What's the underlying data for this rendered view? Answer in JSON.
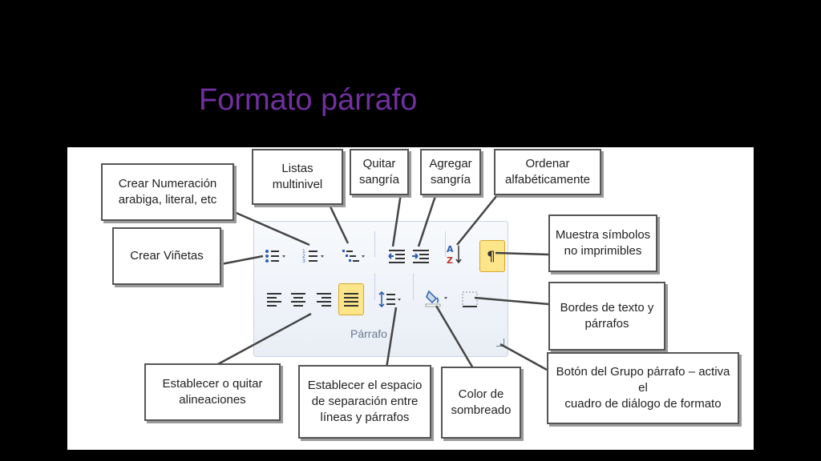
{
  "slide": {
    "title": "Formato párrafo"
  },
  "ribbon": {
    "group_label": "Párrafo"
  },
  "callouts": {
    "numeracion": "Crear Numeración\narabiga, literal, etc",
    "multinivel": "Listas\nmultinivel",
    "quitar_sangria": "Quitar\nsangría",
    "agregar_sangria": "Agregar\nsangría",
    "ordenar": "Ordenar\nalfabéticamente",
    "vinetas": "Crear Viñetas",
    "simbolos": "Muestra símbolos\nno imprimibles",
    "bordes": "Bordes de texto y\npárrafos",
    "alineaciones": "Establecer o quitar\nalineaciones",
    "espaciado": "Establecer el espacio\nde separación entre\nlíneas y párrafos",
    "sombreado": "Color de\nsombreado",
    "boton_grupo": "Botón del Grupo párrafo – activa el\ncuadro de diálogo de formato"
  },
  "colors": {
    "title": "#7030a0",
    "background": "#000000",
    "panel": "#ffffff",
    "highlight": "#fde58a"
  }
}
